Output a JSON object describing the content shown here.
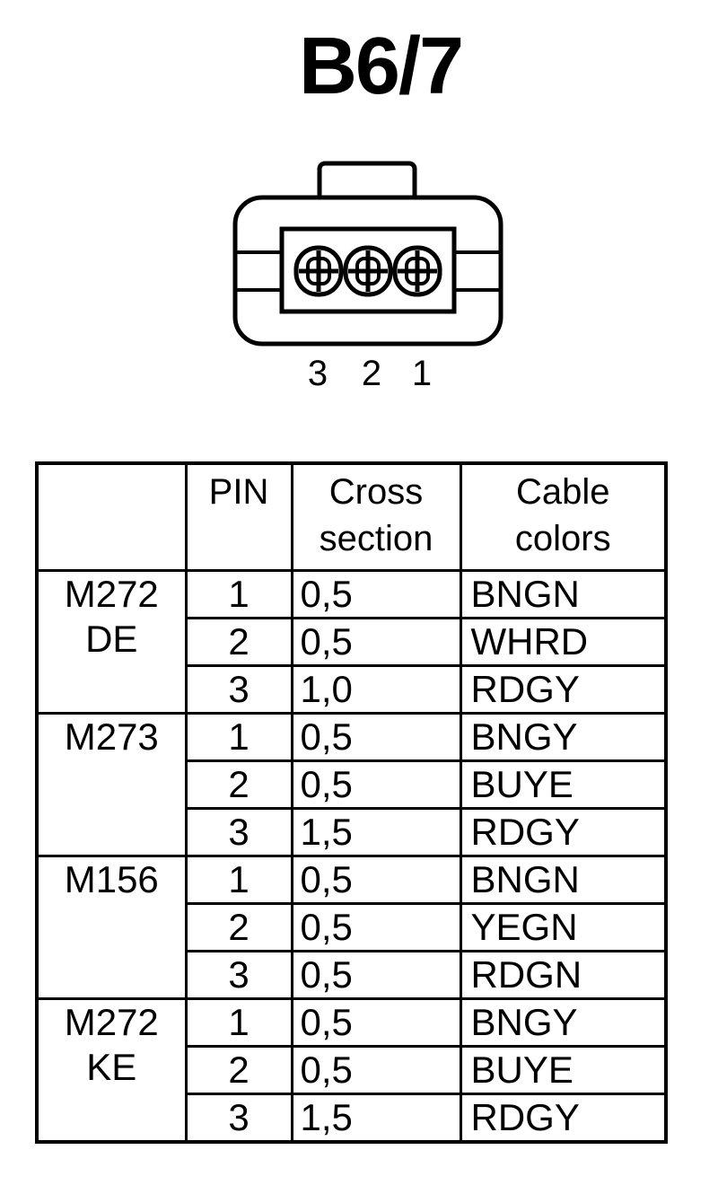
{
  "title": "B6/7",
  "connector": {
    "pin_labels": [
      "3",
      "2",
      "1"
    ]
  },
  "table": {
    "headers": {
      "model": "",
      "pin": "PIN",
      "cross_section_line1": "Cross",
      "cross_section_line2": "section",
      "cable_colors_line1": "Cable",
      "cable_colors_line2": "colors"
    },
    "groups": [
      {
        "model_line1": "M272",
        "model_line2": "DE",
        "rows": [
          {
            "pin": "1",
            "cross": "0,5",
            "color": "BNGN"
          },
          {
            "pin": "2",
            "cross": "0,5",
            "color": "WHRD"
          },
          {
            "pin": "3",
            "cross": "1,0",
            "color": "RDGY"
          }
        ]
      },
      {
        "model_line1": "M273",
        "model_line2": "",
        "rows": [
          {
            "pin": "1",
            "cross": "0,5",
            "color": "BNGY"
          },
          {
            "pin": "2",
            "cross": "0,5",
            "color": "BUYE"
          },
          {
            "pin": "3",
            "cross": "1,5",
            "color": "RDGY"
          }
        ]
      },
      {
        "model_line1": "M156",
        "model_line2": "",
        "rows": [
          {
            "pin": "1",
            "cross": "0,5",
            "color": "BNGN"
          },
          {
            "pin": "2",
            "cross": "0,5",
            "color": "YEGN"
          },
          {
            "pin": "3",
            "cross": "0,5",
            "color": "RDGN"
          }
        ]
      },
      {
        "model_line1": "M272",
        "model_line2": "KE",
        "rows": [
          {
            "pin": "1",
            "cross": "0,5",
            "color": "BNGY"
          },
          {
            "pin": "2",
            "cross": "0,5",
            "color": "BUYE"
          },
          {
            "pin": "3",
            "cross": "1,5",
            "color": "RDGY"
          }
        ]
      }
    ]
  }
}
